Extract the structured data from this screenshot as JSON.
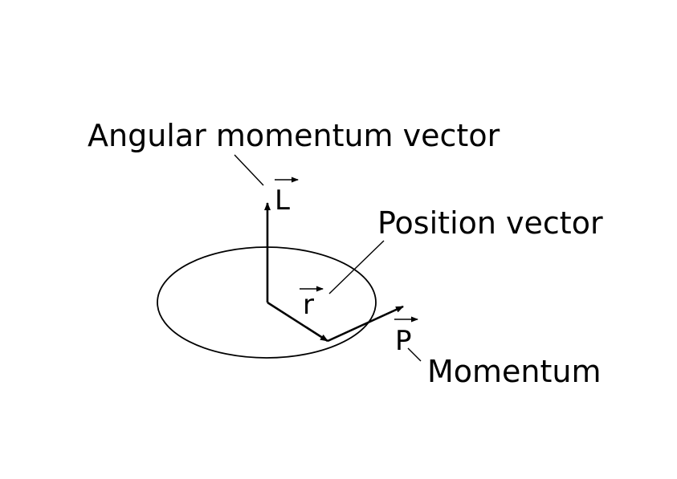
{
  "diagram": {
    "labels": {
      "angular_momentum": "Angular momentum vector",
      "position": "Position vector",
      "momentum": "Momentum"
    },
    "symbols": {
      "angular_momentum": "L",
      "position": "r",
      "momentum": "P"
    },
    "colors": {
      "line": "#000000",
      "background": "#ffffff"
    }
  }
}
